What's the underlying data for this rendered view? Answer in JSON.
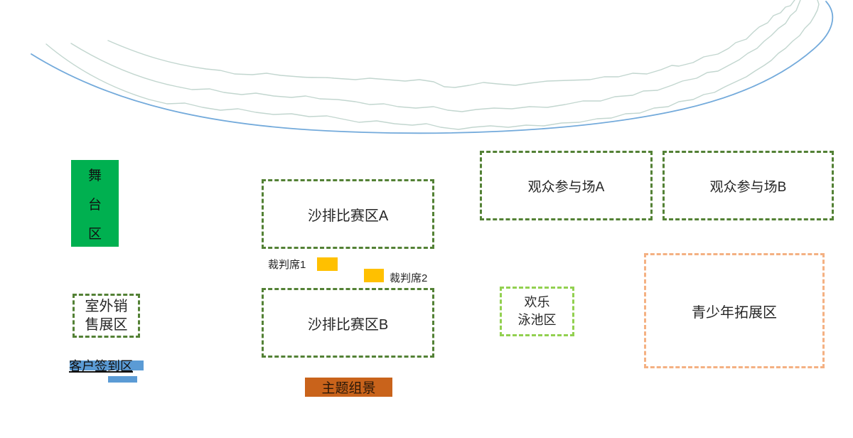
{
  "zones": {
    "stage": {
      "label": "舞台区",
      "chars": [
        "舞",
        "台",
        "区"
      ]
    },
    "outdoor_sales": {
      "label": "室外销售展区",
      "lines": [
        "室外销",
        "售展区"
      ]
    },
    "signin": {
      "label": "客户签到区"
    },
    "court_a": {
      "label": "沙排比赛区A"
    },
    "court_b": {
      "label": "沙排比赛区B"
    },
    "referee1": {
      "label": "裁判席1"
    },
    "referee2": {
      "label": "裁判席2"
    },
    "theme": {
      "label": "主题组景"
    },
    "audience_a": {
      "label": "观众参与场A"
    },
    "audience_b": {
      "label": "观众参与场B"
    },
    "pool": {
      "label": "欢乐泳池区",
      "lines": [
        "欢乐",
        "泳池区"
      ]
    },
    "youth": {
      "label": "青少年拓展区"
    }
  },
  "colors": {
    "stage_fill": "#00B050",
    "zone_border_dark_green": "#538135",
    "pool_border": "#92D050",
    "youth_border": "#F4B183",
    "referee_fill": "#FFC000",
    "theme_fill": "#C9631B",
    "signin_blue": "#5B9BD5",
    "wave_blue": "#5B9BD5",
    "wave_teal": "#C2D6CF"
  }
}
